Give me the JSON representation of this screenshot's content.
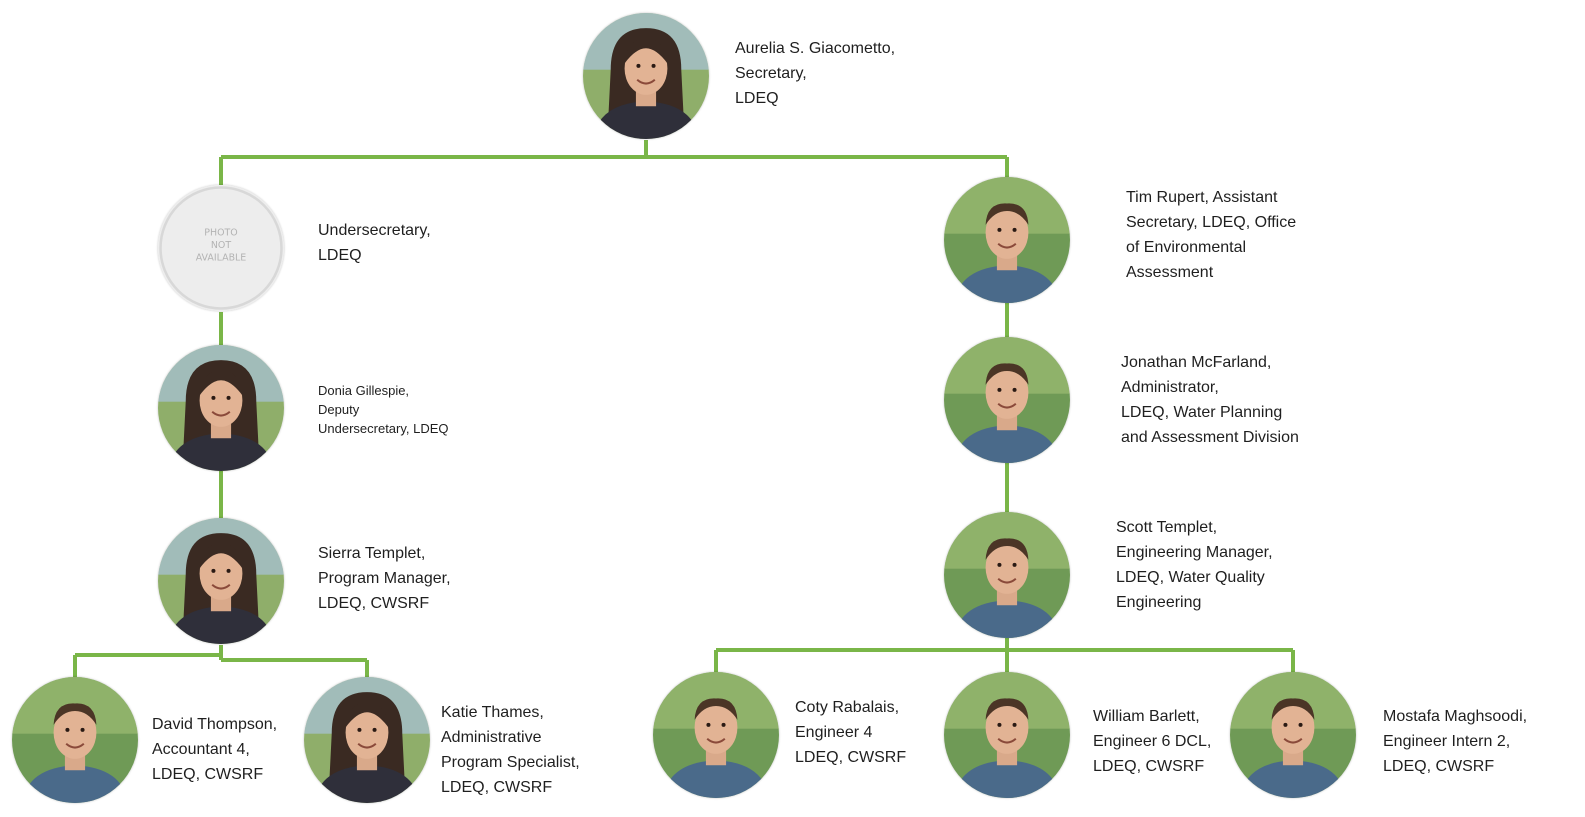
{
  "line_color": "#7ab648",
  "nodes": {
    "secretary": {
      "lines": [
        "Aurelia S. Giacometto,",
        "Secretary,",
        "LDEQ"
      ],
      "photo": "photo-woman"
    },
    "undersecretary": {
      "lines": [
        "Undersecretary,",
        "LDEQ"
      ],
      "photo": "photo-not-available",
      "placeholder": [
        "PHOTO",
        "NOT",
        "AVAILABLE"
      ]
    },
    "deputy": {
      "lines": [
        "Donia Gillespie,",
        "Deputy",
        "Undersecretary, LDEQ"
      ],
      "photo": "photo-woman"
    },
    "program_manager": {
      "lines": [
        "Sierra Templet,",
        "Program Manager,",
        "LDEQ, CWSRF"
      ],
      "photo": "photo-woman"
    },
    "accountant": {
      "lines": [
        "David Thompson,",
        "Accountant 4,",
        "LDEQ, CWSRF"
      ],
      "photo": "photo-man"
    },
    "program_specialist": {
      "lines": [
        "Katie Thames,",
        "Administrative",
        "Program Specialist,",
        "LDEQ, CWSRF"
      ],
      "photo": "photo-woman"
    },
    "assistant_secretary": {
      "lines": [
        "Tim Rupert, Assistant",
        "Secretary, LDEQ, Office",
        "of Environmental",
        "Assessment"
      ],
      "photo": "photo-man"
    },
    "administrator": {
      "lines": [
        "Jonathan McFarland,",
        "Administrator,",
        "LDEQ, Water Planning",
        "and Assessment Division"
      ],
      "photo": "photo-man"
    },
    "engineering_manager": {
      "lines": [
        "Scott Templet,",
        "Engineering Manager,",
        "LDEQ, Water Quality",
        "Engineering"
      ],
      "photo": "photo-man"
    },
    "engineer4": {
      "lines": [
        "Coty Rabalais,",
        "Engineer 4",
        "LDEQ, CWSRF"
      ],
      "photo": "photo-man"
    },
    "engineer6": {
      "lines": [
        "William Barlett,",
        "Engineer 6 DCL,",
        "LDEQ, CWSRF"
      ],
      "photo": "photo-man"
    },
    "intern": {
      "lines": [
        "Mostafa Maghsoodi,",
        "Engineer Intern 2,",
        "LDEQ, CWSRF"
      ],
      "photo": "photo-man"
    }
  }
}
